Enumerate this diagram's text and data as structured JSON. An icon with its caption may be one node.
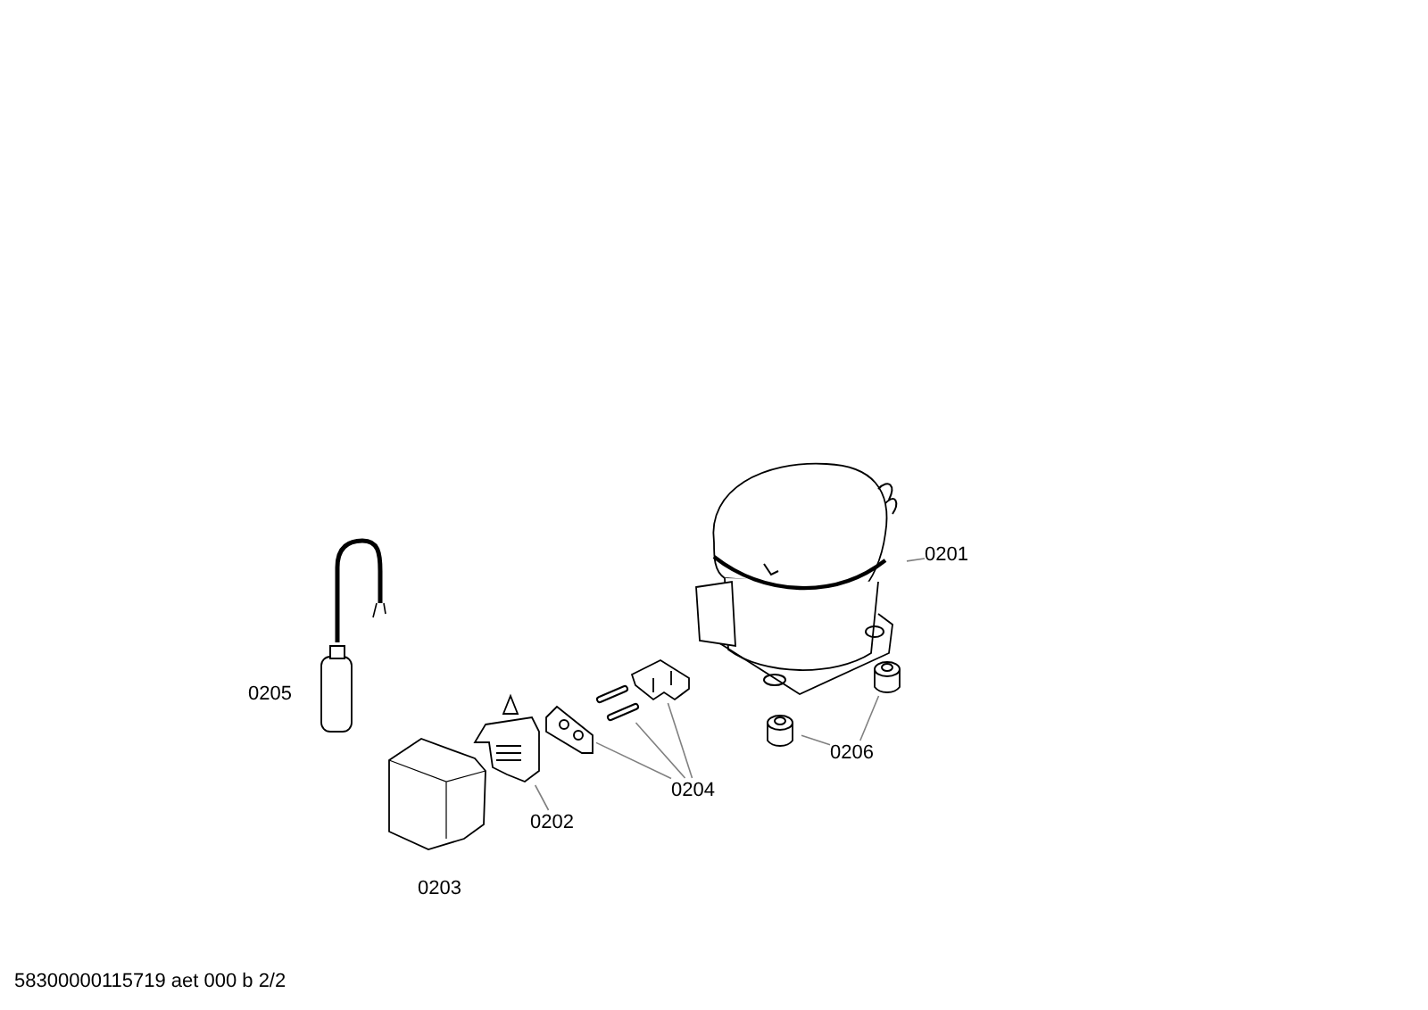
{
  "diagram": {
    "nodes": [
      {
        "text": [
          "0201"
        ]
      },
      {
        "text": [],
        "shape": "picture"
      },
      {
        "text": [
          "0202"
        ]
      },
      {
        "text": [],
        "shape": "picture"
      },
      {
        "text": [
          "0204"
        ]
      },
      {
        "text": [],
        "shape": "picture"
      },
      {
        "text": [],
        "shape": "picture"
      },
      {
        "text": [],
        "shape": "picture"
      },
      {
        "text": [
          "0206"
        ]
      },
      {
        "text": [],
        "shape": "cylinder"
      },
      {
        "text": [],
        "shape": "cylinder"
      }
    ],
    "edges": [
      {
        "from": 0,
        "to": 1,
        "arrow": "none"
      },
      {
        "from": 2,
        "to": 3,
        "arrow": "none"
      },
      {
        "from": 4,
        "to": 5,
        "arrow": "none"
      },
      {
        "from": 4,
        "to": 6,
        "arrow": "none"
      },
      {
        "from": 4,
        "to": 7,
        "arrow": "none"
      },
      {
        "from": 8,
        "to": 9,
        "arrow": "none"
      },
      {
        "from": 8,
        "to": 10,
        "arrow": "none"
      }
    ],
    "labels": [
      "0205",
      "0203",
      "58300000115719 aet 000 b 2/2"
    ]
  }
}
